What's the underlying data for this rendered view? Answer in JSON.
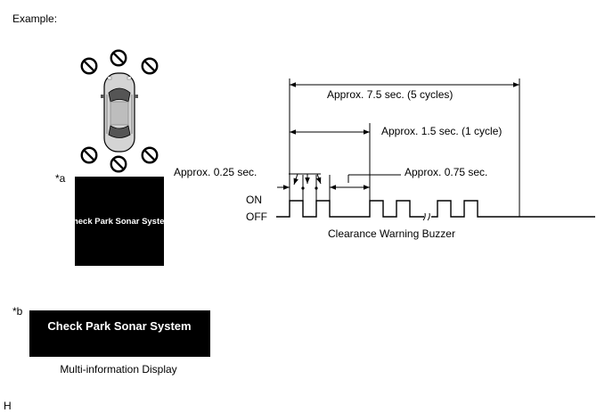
{
  "header": "Example:",
  "markers": {
    "a": "*a",
    "b": "*b"
  },
  "display_small": "Check Park Sonar System",
  "display_large": "Check Park Sonar System",
  "display_caption": "Multi-information Display",
  "timing": {
    "total": "Approx. 7.5 sec. (5 cycles)",
    "cycle": "Approx. 1.5 sec. (1 cycle)",
    "on_time": "Approx. 0.25 sec.",
    "off_time": "Approx. 0.75 sec."
  },
  "signal": {
    "on_label": "ON",
    "off_label": "OFF",
    "caption": "Clearance Warning Buzzer"
  },
  "footer": "H"
}
